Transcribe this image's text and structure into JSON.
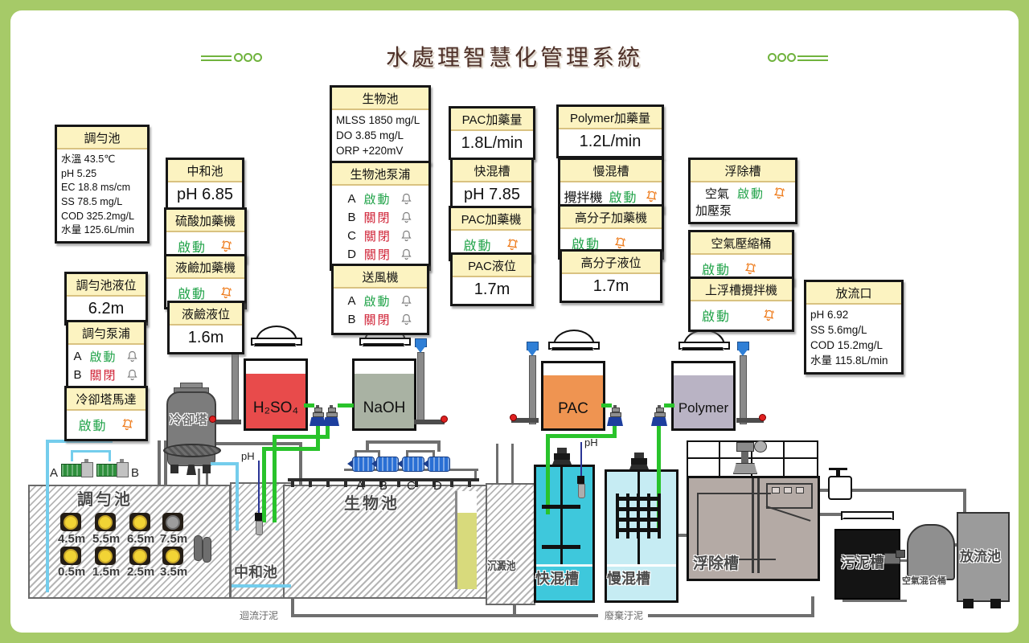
{
  "title": "水處理智慧化管理系統",
  "panels": {
    "equalization": {
      "title": "調勻池",
      "lines": [
        "水溫 43.5℃",
        "pH 5.25",
        "EC  18.8 ms/cm",
        "SS 78.5 mg/L",
        "COD 325.2mg/L",
        "水量 125.6L/min"
      ]
    },
    "equalization_level": {
      "title": "調勻池液位",
      "value": "6.2m"
    },
    "equalization_pumps": {
      "title": "調勻泵浦",
      "rows": [
        {
          "id": "A",
          "status": "啟動"
        },
        {
          "id": "B",
          "status": "關閉"
        }
      ]
    },
    "cooling_tower_motor": {
      "title": "冷卻塔馬達",
      "status": "啟動"
    },
    "neutralization": {
      "title": "中和池",
      "value": "pH 6.85"
    },
    "sulfuric_doser": {
      "title": "硫酸加藥機",
      "status": "啟動"
    },
    "caustic_doser": {
      "title": "液鹼加藥機",
      "status": "啟動"
    },
    "caustic_level": {
      "title": "液鹼液位",
      "value": "1.6m"
    },
    "bio_tank": {
      "title": "生物池",
      "lines": [
        "MLSS 1850 mg/L",
        "DO 3.85 mg/L",
        "ORP +220mV"
      ]
    },
    "bio_pumps": {
      "title": "生物池泵浦",
      "rows": [
        {
          "id": "A",
          "status": "啟動"
        },
        {
          "id": "B",
          "status": "關閉"
        },
        {
          "id": "C",
          "status": "關閉"
        },
        {
          "id": "D",
          "status": "關閉"
        }
      ]
    },
    "blower": {
      "title": "送風機",
      "rows": [
        {
          "id": "A",
          "status": "啟動"
        },
        {
          "id": "B",
          "status": "關閉"
        }
      ]
    },
    "pac_dose_rate": {
      "title": "PAC加藥量",
      "value": "1.8L/min"
    },
    "rapid_mix": {
      "title": "快混槽",
      "value": "pH 7.85"
    },
    "pac_doser": {
      "title": "PAC加藥機",
      "status": "啟動"
    },
    "pac_level": {
      "title": "PAC液位",
      "value": "1.7m"
    },
    "polymer_dose_rate": {
      "title": "Polymer加藥量",
      "value": "1.2L/min"
    },
    "slow_mix": {
      "title": "慢混槽",
      "label": "攪拌機",
      "status": "啟動"
    },
    "polymer_doser": {
      "title": "高分子加藥機",
      "status": "啟動"
    },
    "polymer_level": {
      "title": "高分子液位",
      "value": "1.7m"
    },
    "flotation": {
      "title": "浮除槽",
      "label": "空氣",
      "status": "啟動",
      "label2": "加壓泵"
    },
    "air_compressor": {
      "title": "空氣壓縮桶",
      "status": "啟動"
    },
    "skimmer_mixer": {
      "title": "上浮槽攪拌機",
      "status": "啟動"
    },
    "outfall": {
      "title": "放流口",
      "lines": [
        "pH 6.92",
        "SS 5.6mg/L",
        "COD 15.2mg/L",
        "水量 115.8L/min"
      ]
    }
  },
  "tanks": {
    "h2so4": {
      "label": "H₂SO₄"
    },
    "naoh": {
      "label": "NaOH"
    },
    "pac": {
      "label": "PAC"
    },
    "polymer": {
      "label": "Polymer"
    }
  },
  "process": {
    "equalization_basin": {
      "label": "調勻池",
      "lamps_top": [
        "4.5m",
        "5.5m",
        "6.5m",
        "7.5m"
      ],
      "lamps_bottom": [
        "0.5m",
        "1.5m",
        "2.5m",
        "3.5m"
      ]
    },
    "pump_a": "A",
    "pump_b": "B",
    "cooling_tower": "冷卻塔",
    "neutralization_basin": "中和池",
    "bio_basin": "生物池",
    "sedimentation": "沉澱池",
    "rapid_mix_tank": "快混槽",
    "slow_mix_tank": "慢混槽",
    "flotation_tank": "浮除槽",
    "sludge_tank": "污泥槽",
    "air_mix_tank": "空氣混合桶",
    "discharge_tank": "放流池",
    "blowers": [
      "A",
      "B",
      "C",
      "D"
    ],
    "ph_label": "pH",
    "return_sludge": "迴流汙泥",
    "waste_sludge": "廢棄汙泥"
  }
}
